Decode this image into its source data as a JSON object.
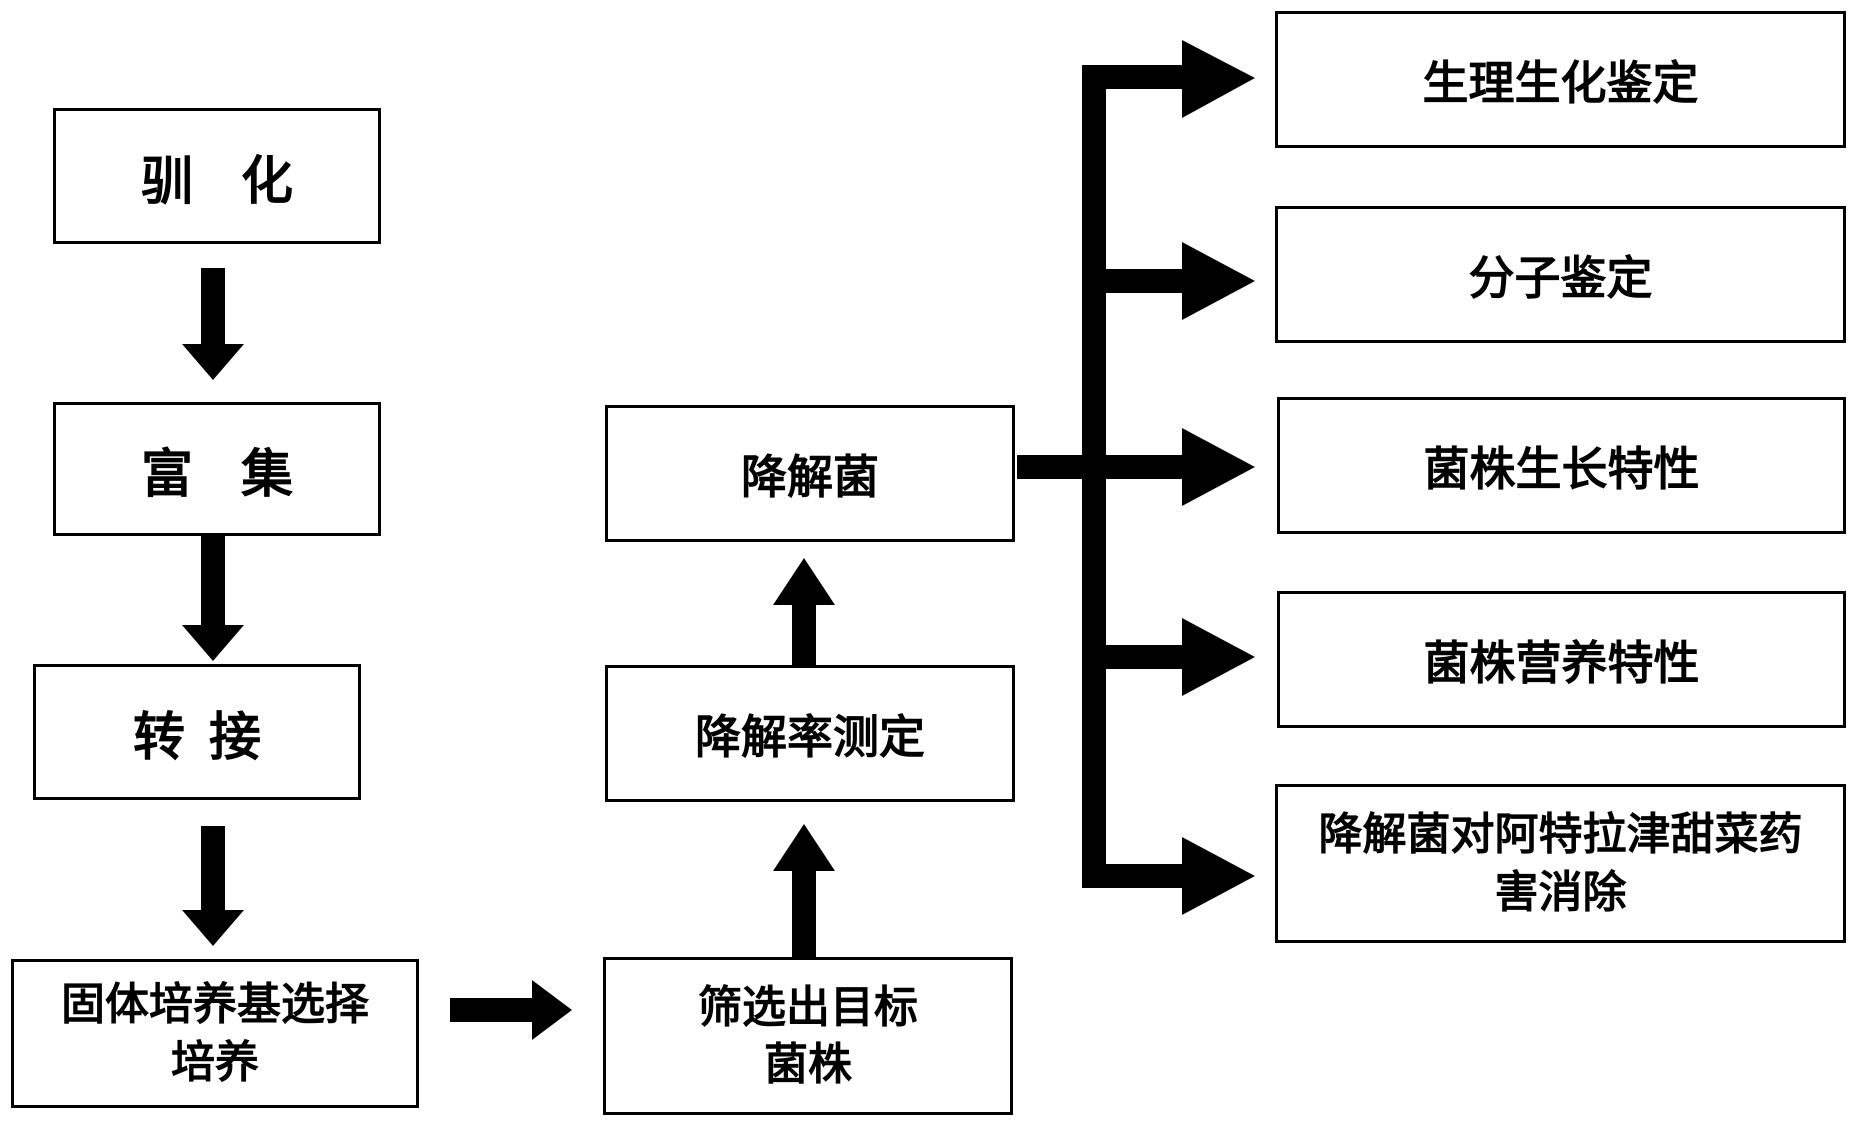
{
  "steps": {
    "acclimation": "驯化",
    "enrichment": "富集",
    "transfer": "转接",
    "solid_culture": "固体培养基选择培养",
    "screening": "筛选出目标菌株",
    "degradation_rate": "降解率测定",
    "degrading_bacteria": "降解菌"
  },
  "outcomes": [
    "生理生化鉴定",
    "分子鉴定",
    "菌株生长特性",
    "菌株营养特性",
    "降解菌对阿特拉津甜菜药害消除"
  ],
  "colors": {
    "stroke": "#000000",
    "background": "#ffffff"
  }
}
